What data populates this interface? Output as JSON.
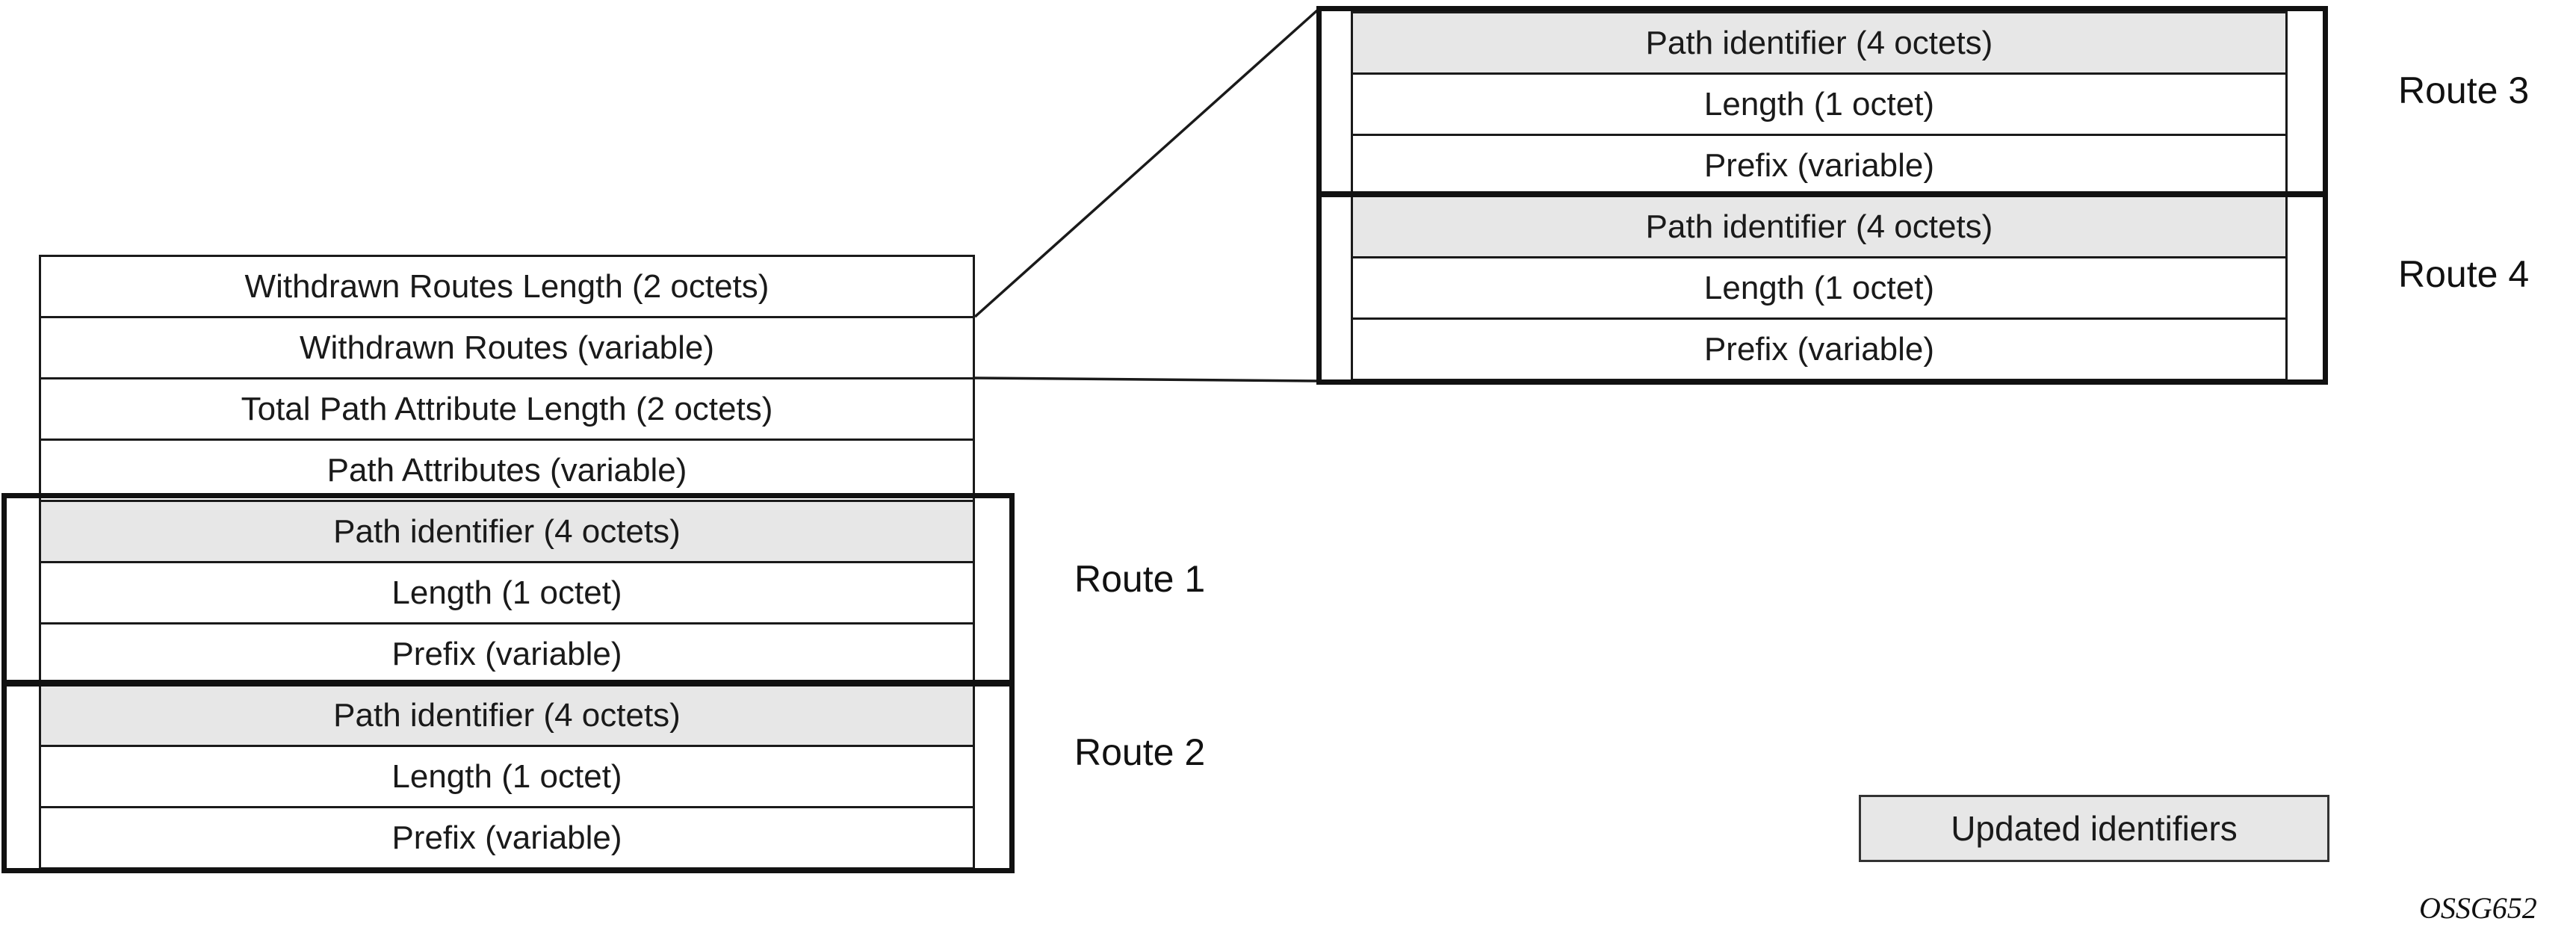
{
  "diagram": {
    "update_table": {
      "rows": [
        {
          "label": "Withdrawn Routes Length (2 octets)",
          "highlighted": false
        },
        {
          "label": "Withdrawn Routes (variable)",
          "highlighted": false
        },
        {
          "label": "Total Path Attribute Length (2 octets)",
          "highlighted": false
        },
        {
          "label": "Path Attributes (variable)",
          "highlighted": false
        },
        {
          "label": "Path identifier (4 octets)",
          "highlighted": true
        },
        {
          "label": "Length (1 octet)",
          "highlighted": false
        },
        {
          "label": "Prefix (variable)",
          "highlighted": false
        },
        {
          "label": "Path identifier (4 octets)",
          "highlighted": true
        },
        {
          "label": "Length (1 octet)",
          "highlighted": false
        },
        {
          "label": "Prefix (variable)",
          "highlighted": false
        }
      ]
    },
    "detail_table": {
      "rows": [
        {
          "label": "Path identifier (4 octets)",
          "highlighted": true
        },
        {
          "label": "Length (1 octet)",
          "highlighted": false
        },
        {
          "label": "Prefix (variable)",
          "highlighted": false
        },
        {
          "label": "Path identifier (4 octets)",
          "highlighted": true
        },
        {
          "label": "Length (1 octet)",
          "highlighted": false
        },
        {
          "label": "Prefix (variable)",
          "highlighted": false
        }
      ]
    },
    "route_labels": [
      "Route 1",
      "Route 2",
      "Route 3",
      "Route 4"
    ],
    "legend": {
      "label": "Updated identifiers"
    },
    "figure_id": "OSSG652",
    "colors": {
      "highlight_fill": "#e7e7e7",
      "line": "#1a1a1a",
      "background": "#ffffff"
    }
  }
}
